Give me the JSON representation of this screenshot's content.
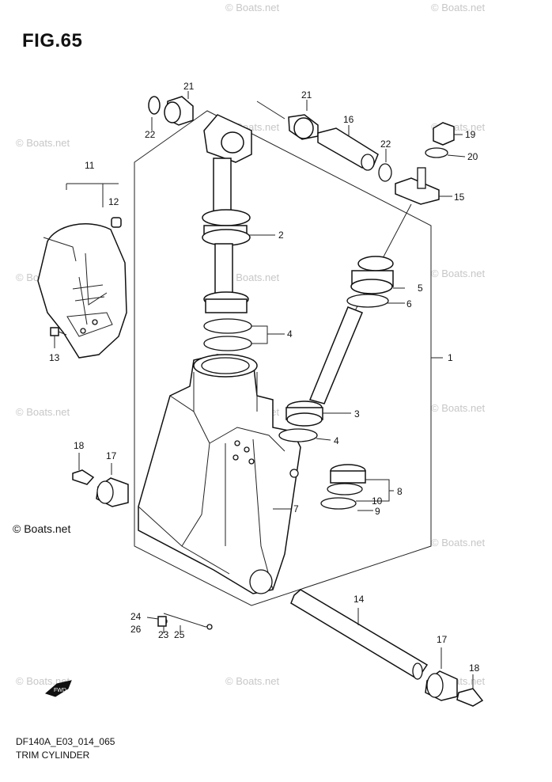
{
  "figure": {
    "title": "FIG.65"
  },
  "footer": {
    "code": "DF140A_E03_014_065",
    "name": "TRIM CYLINDER"
  },
  "watermark": {
    "text": "© Boats.net",
    "corner_text": "© Boats.net"
  },
  "labels": {
    "p1": "1",
    "p2": "2",
    "p3": "3",
    "p4a": "4",
    "p4b": "4",
    "p5": "5",
    "p6": "6",
    "p7": "7",
    "p8": "8",
    "p9": "9",
    "p10": "10",
    "p11": "11",
    "p12": "12",
    "p13": "13",
    "p14": "14",
    "p15": "15",
    "p16": "16",
    "p17a": "17",
    "p17b": "17",
    "p18a": "18",
    "p18b": "18",
    "p19": "19",
    "p20": "20",
    "p21a": "21",
    "p21b": "21",
    "p22a": "22",
    "p22b": "22",
    "p24": "24",
    "p26": "26",
    "p2325": "23  25"
  },
  "icons": {
    "fwd": "forward-arrow-icon"
  },
  "colors": {
    "line": "#111111",
    "watermark": "#c7c7c7",
    "background": "#ffffff"
  }
}
